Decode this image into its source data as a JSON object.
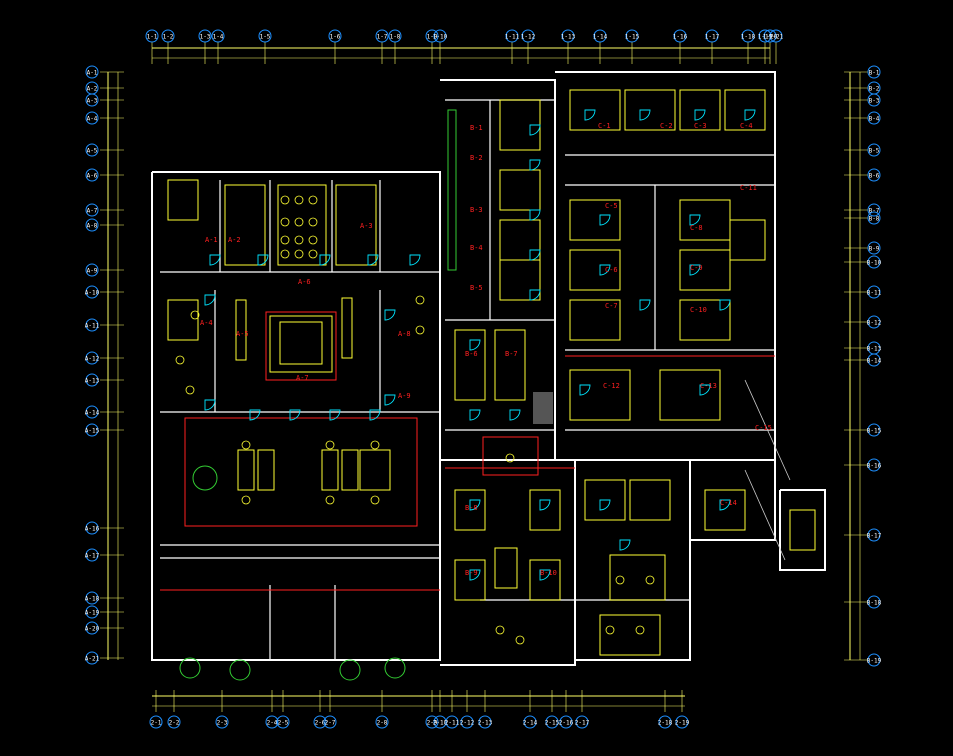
{
  "colors": {
    "background": "#000000",
    "wall": "#ffffff",
    "dimension": "#ffff66",
    "axis_bubble": "#1e90ff",
    "room_label": "#ff2020",
    "door": "#00e5ff",
    "furniture": "#ffff33",
    "plant": "#33cc33",
    "accent": "#ff00ff"
  },
  "top_axes": [
    "1-1",
    "1-2",
    "1-3",
    "1-4",
    "1-5",
    "1-6",
    "1-7",
    "1-8",
    "1-9",
    "1-10",
    "1-11",
    "1-12",
    "1-13",
    "1-14",
    "1-15",
    "1-16",
    "1-17",
    "1-18",
    "1-19",
    "1-20",
    "1-21"
  ],
  "bottom_axes": [
    "2-1",
    "2-2",
    "2-3",
    "2-4",
    "2-5",
    "2-6",
    "2-7",
    "2-8",
    "2-9",
    "2-10",
    "2-11",
    "2-12",
    "2-13",
    "2-14",
    "2-15",
    "2-16",
    "2-17",
    "2-18",
    "2-19"
  ],
  "left_axes": [
    "A-1",
    "A-2",
    "A-3",
    "A-4",
    "A-5",
    "A-6",
    "A-7",
    "A-8",
    "A-9",
    "A-10",
    "A-11",
    "A-12",
    "A-13",
    "A-14",
    "A-15",
    "A-16",
    "A-17",
    "A-18",
    "A-19",
    "A-20",
    "A-21"
  ],
  "right_axes": [
    "B-1",
    "B-2",
    "B-3",
    "B-4",
    "B-5",
    "B-6",
    "B-7",
    "B-8",
    "B-9",
    "B-10",
    "B-11",
    "B-12",
    "B-13",
    "B-14",
    "B-15",
    "B-16",
    "B-17",
    "B-18",
    "B-19"
  ],
  "room_labels": [
    "A-1",
    "A-2",
    "A-3",
    "A-4",
    "A-5",
    "A-6",
    "A-7",
    "A-8",
    "A-9",
    "B-1",
    "B-2",
    "B-3",
    "B-4",
    "B-5",
    "B-6",
    "B-7",
    "B-8",
    "B-9",
    "B-10",
    "C-1",
    "C-2",
    "C-3",
    "C-4",
    "C-5",
    "C-6",
    "C-7",
    "C-8",
    "C-9",
    "C-10",
    "C-11",
    "C-12",
    "C-13",
    "C-14",
    "C-15"
  ]
}
